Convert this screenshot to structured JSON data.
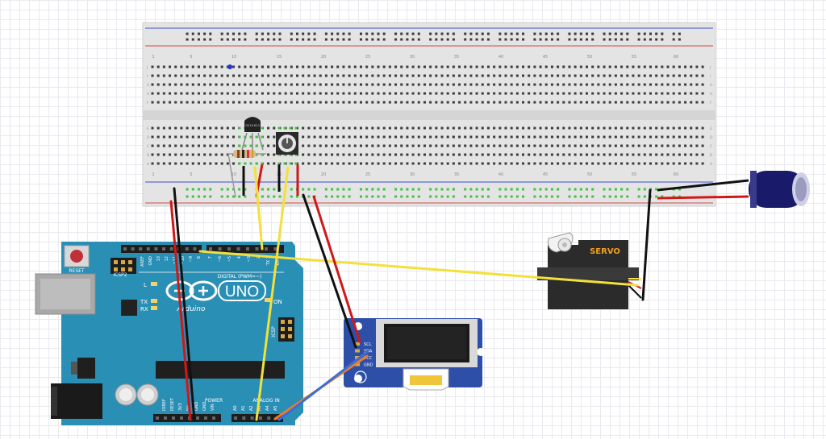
{
  "arduino": {
    "reset_label": "RESET",
    "icsp2_label": "ICSP2",
    "icsp_label": "ICSP",
    "l_label": "L",
    "tx_label": "TX",
    "rx_label": "RX",
    "on_label": "ON",
    "uno_label": "UNO",
    "brand_label": "Arduino",
    "digital_label": "DIGITAL (PWM=~)",
    "power_label": "POWER",
    "analog_label": "ANALOG IN",
    "top_headers": [
      "AREF",
      "GND",
      "13",
      "12",
      "~11",
      "~10",
      "~9",
      "8",
      "7",
      "~6",
      "~5",
      "4",
      "~3",
      "2",
      "TX 1",
      "RX 0"
    ],
    "power_headers": [
      "IOREF",
      "RESET",
      "3V3",
      "5V",
      "GND",
      "GND",
      "VIN"
    ],
    "analog_headers": [
      "A0",
      "A1",
      "A2",
      "A3",
      "A4",
      "A5"
    ]
  },
  "oled": {
    "pins": [
      "SCL",
      "SDA",
      "VCC",
      "GND"
    ]
  },
  "servo": {
    "label": "SERVO"
  },
  "sensor": {
    "label": "DS18 B20"
  },
  "breadboard": {
    "column_numbers": [
      "1",
      "5",
      "10",
      "15",
      "20",
      "25",
      "30",
      "35",
      "40",
      "45",
      "50",
      "55",
      "60"
    ],
    "row_letters_top": [
      "J",
      "I",
      "H",
      "G",
      "F"
    ],
    "row_letters_bottom": [
      "E",
      "D",
      "C",
      "B",
      "A"
    ]
  }
}
